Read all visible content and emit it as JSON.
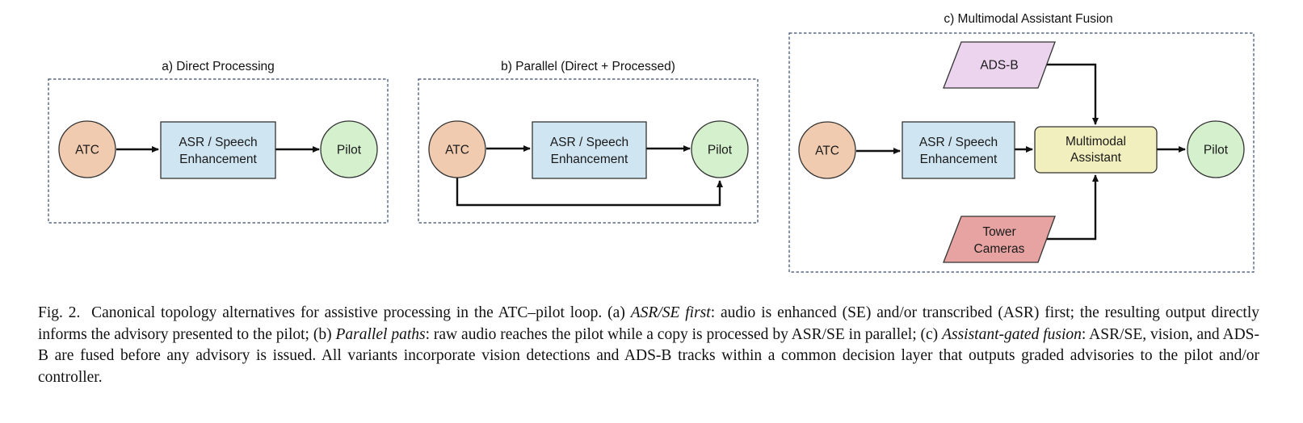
{
  "panels": {
    "a": {
      "title": "a) Direct Processing",
      "nodes": {
        "atc": "ATC",
        "asr_line1": "ASR / Speech",
        "asr_line2": "Enhancement",
        "pilot": "Pilot"
      }
    },
    "b": {
      "title": "b) Parallel (Direct + Processed)",
      "nodes": {
        "atc": "ATC",
        "asr_line1": "ASR / Speech",
        "asr_line2": "Enhancement",
        "pilot": "Pilot"
      }
    },
    "c": {
      "title": "c) Multimodal Assistant Fusion",
      "nodes": {
        "atc": "ATC",
        "asr_line1": "ASR / Speech",
        "asr_line2": "Enhancement",
        "assistant_line1": "Multimodal",
        "assistant_line2": "Assistant",
        "pilot": "Pilot",
        "adsb": "ADS-B",
        "tower_line1": "Tower",
        "tower_line2": "Cameras"
      }
    }
  },
  "colors": {
    "atc": "#f1cbb0",
    "asr": "#cfe5f1",
    "pilot": "#d4f0cd",
    "assistant": "#f1efbd",
    "adsb": "#ecd3ee",
    "tower": "#e6a3a2"
  },
  "caption": {
    "label": "Fig. 2.",
    "t1": "Canonical topology alternatives for assistive processing in the ATC–pilot loop. (a) ",
    "e1": "ASR/SE first",
    "t2": ": audio is enhanced (SE) and/or transcribed (ASR) first; the resulting output directly informs the advisory presented to the pilot; (b) ",
    "e2": "Parallel paths",
    "t3": ": raw audio reaches the pilot while a copy is processed by ASR/SE in parallel; (c) ",
    "e3": "Assistant-gated fusion",
    "t4": ": ASR/SE, vision, and ADS-B are fused before any advisory is issued. All variants incorporate vision detections and ADS-B tracks within a common decision layer that outputs graded advisories to the pilot and/or controller."
  }
}
